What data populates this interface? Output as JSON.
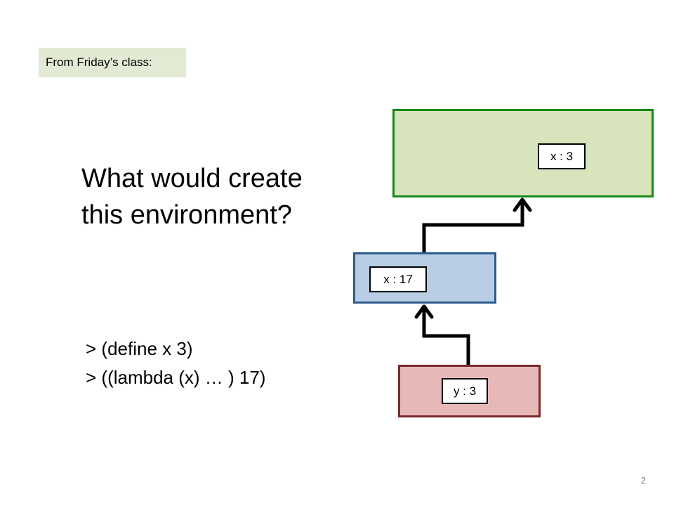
{
  "slide": {
    "tag_text": "From Friday’s class:",
    "question": "What would create this environment?",
    "code_lines": [
      "> (define x 3)",
      "> ((lambda (x) … ) 17)"
    ],
    "page_number": "2"
  },
  "diagram": {
    "frames": [
      {
        "id": "global",
        "binding": "x : 3",
        "fill": "#d8e4bc",
        "border": "#178a17"
      },
      {
        "id": "lambda-frame",
        "binding": "x : 17",
        "fill": "#b9cde4",
        "border": "#2d5b8c"
      },
      {
        "id": "inner-frame",
        "binding": "y : 3",
        "fill": "#e6b9b8",
        "border": "#7a2a2a"
      }
    ],
    "arrow_color": "#000000"
  }
}
